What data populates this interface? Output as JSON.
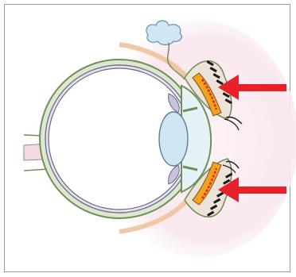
{
  "diagram": {
    "subject": "eye-cross-section",
    "arrows": [
      {
        "target": "upper-eyelid-gland",
        "color": "#e8202a"
      },
      {
        "target": "lower-eyelid-gland",
        "color": "#e8202a"
      }
    ],
    "colors": {
      "sclera": "#dbe9cf",
      "sclera_outline": "#6f8f5a",
      "lens": "#cfe6f3",
      "optic_nerve": "#f4d9e2",
      "gland_outer": "#f2a21b",
      "gland_inner": "#e8202a",
      "lid_tissue": "#efe2d8",
      "skin_halo": "#f8e7ec",
      "lashes": "#1a1a1a"
    }
  }
}
